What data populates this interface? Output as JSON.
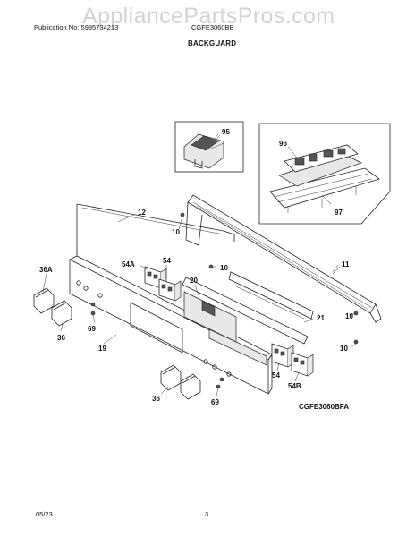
{
  "header": {
    "publication": "Publication No: 5995734213",
    "model": "CGFE3060BB",
    "section_title": "BACKGUARD"
  },
  "watermark": "AppliancePartsPros.com",
  "diagram": {
    "model_code": "CGFE3060BFA",
    "callouts": {
      "c95": "95",
      "c96": "96",
      "c97": "97",
      "c12": "12",
      "c10a": "10",
      "c10b": "10",
      "c10c": "10",
      "c10d": "10",
      "c11": "11",
      "c36a": "36A",
      "c54a": "54A",
      "c54": "54",
      "c20": "20",
      "c21": "21",
      "c69a": "69",
      "c36": "36",
      "c19": "19",
      "c54b": "54",
      "c54bb": "54B",
      "c36b": "36",
      "c69b": "69"
    }
  },
  "footer": {
    "date": "05/23",
    "page": "3"
  }
}
